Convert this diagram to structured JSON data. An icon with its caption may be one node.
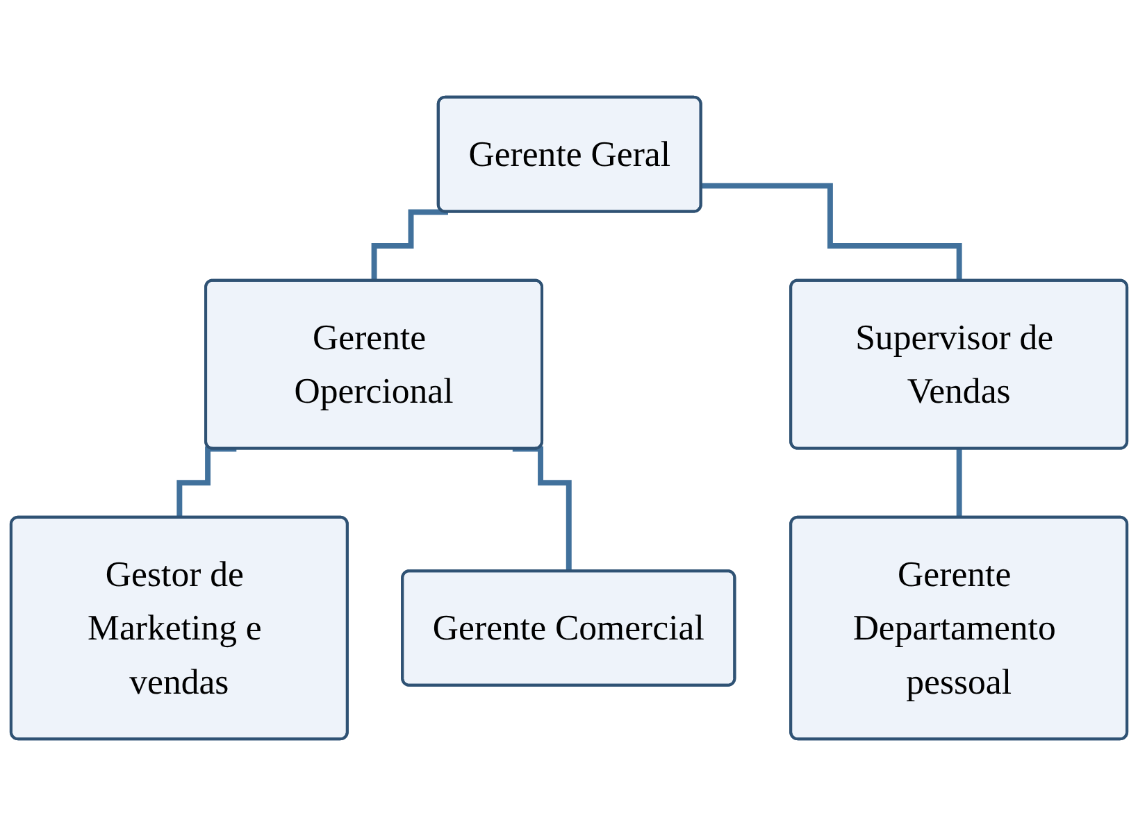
{
  "diagram": {
    "nodes": [
      {
        "text": [
          "Gerente Geral"
        ]
      },
      {
        "text": [
          "Gerente Opercional"
        ]
      },
      {
        "text": [
          "Supervisor de Vendas"
        ]
      },
      {
        "text": [
          "Gestor de Marketing e vendas"
        ]
      },
      {
        "text": [
          "Gerente Comercial"
        ]
      },
      {
        "text": [
          "Gerente Departamento pessoal"
        ]
      }
    ],
    "edges": [
      {
        "from": 0,
        "to": 1,
        "arrow": "none"
      },
      {
        "from": 0,
        "to": 2,
        "arrow": "none"
      },
      {
        "from": 1,
        "to": 3,
        "arrow": "none"
      },
      {
        "from": 1,
        "to": 4,
        "arrow": "none"
      },
      {
        "from": 2,
        "to": 5,
        "arrow": "none"
      }
    ]
  }
}
